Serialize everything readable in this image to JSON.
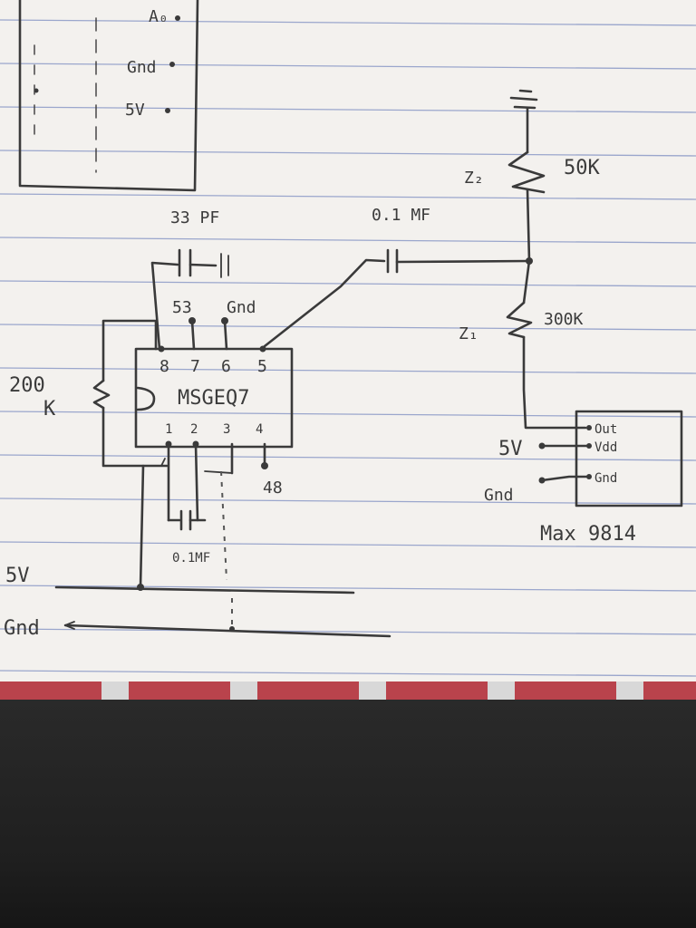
{
  "labels": {
    "a0": "A₀",
    "gnd_top": "Gnd",
    "fivev_top": "5V",
    "cap_33pf": "33 PF",
    "cap_01uf_top": "0.1 MF",
    "z2": "Z₂",
    "r_50k": "50K",
    "z1": "Z₁",
    "r_300k": "300K",
    "r_200k": "200",
    "r_200k_unit": "K",
    "pin_53": "53",
    "gnd_chip": "Gnd",
    "chip_name": "MSGEQ7",
    "pin8": "8",
    "pin7": "7",
    "pin6": "6",
    "pin5": "5",
    "pin1": "1",
    "pin2": "2",
    "pin3": "3",
    "pin4": "4",
    "pin_48": "48",
    "cap_01uf_bottom": "0.1MF",
    "rail_5v": "5V",
    "rail_gnd": "Gnd",
    "max_out": "Out",
    "max_vdd": "Vdd",
    "max_gnd": "Gnd",
    "max_5v": "5V",
    "max_gnd_ext": "Gnd",
    "max_name": "Max 9814"
  }
}
